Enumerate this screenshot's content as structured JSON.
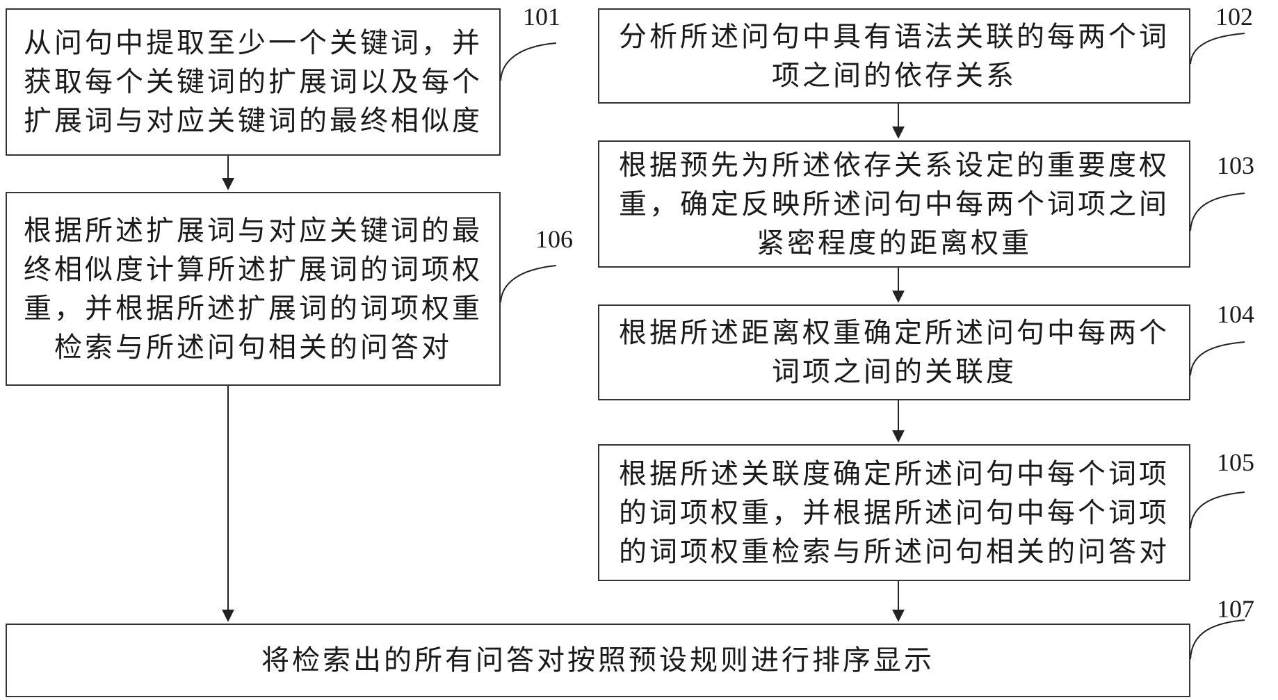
{
  "steps": {
    "s101": {
      "id": "101",
      "text": "从问句中提取至少一个关键词，并获取每个关键词的扩展词以及每个扩展词与对应关键词的最终相似度"
    },
    "s102": {
      "id": "102",
      "text": "分析所述问句中具有语法关联的每两个词项之间的依存关系"
    },
    "s103": {
      "id": "103",
      "text": "根据预先为所述依存关系设定的重要度权重，确定反映所述问句中每两个词项之间紧密程度的距离权重"
    },
    "s104": {
      "id": "104",
      "text": "根据所述距离权重确定所述问句中每两个词项之间的关联度"
    },
    "s105": {
      "id": "105",
      "text": "根据所述关联度确定所述问句中每个词项的词项权重，并根据所述问句中每个词项的词项权重检索与所述问句相关的问答对"
    },
    "s106": {
      "id": "106",
      "text": "根据所述扩展词与对应关键词的最终相似度计算所述扩展词的词项权重，并根据所述扩展词的词项权重检索与所述问句相关的问答对"
    },
    "s107": {
      "id": "107",
      "text": "将检索出的所有问答对按照预设规则进行排序显示"
    }
  }
}
